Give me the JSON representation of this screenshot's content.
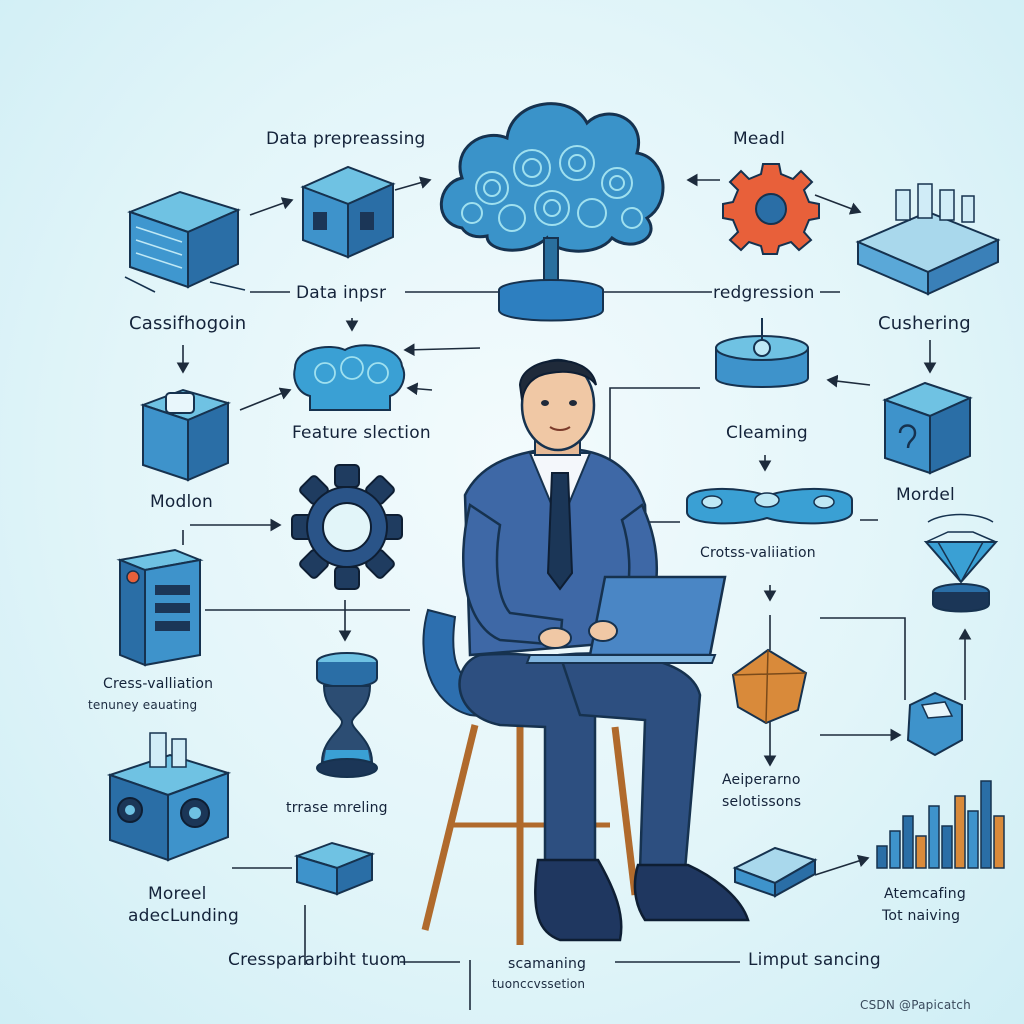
{
  "labels": {
    "data_preprocessing": "Data prepreassing",
    "model_top": "Meadl",
    "data_inspect": "Data inpsr",
    "regression": "redgression",
    "classification": "Cassifhogoin",
    "clustering": "Cushering",
    "feature_selection": "Feature slection",
    "cleaning": "Cleaming",
    "modlon": "Modlon",
    "mordel": "Mordel",
    "cross_validation_right": "Crotss-valiiation",
    "cross_validation_left": "Cress-valliation",
    "tenuney_evaluating": "tenuney eauating",
    "hyperparam_1": "Aeiperarno",
    "hyperparam_2": "selotissons",
    "trase_meling": "trrase mreling",
    "more_1": "Moreel",
    "more_2": "adecLunding",
    "attending_1": "Atemcafing",
    "attending_2": "Tot naiving",
    "crossparabiht": "Cresspararbiht tuom",
    "scaming_1": "scamaning",
    "scaming_2": "tuonccvssetion",
    "limput_sancing": "Limput sancing",
    "watermark": "CSDN @Papicatch"
  },
  "icons": [
    "server-cube-icon",
    "data-cube-icon",
    "tree-cloud-icon",
    "gear-icon",
    "circuit-chip-icon",
    "puzzle-map-icon",
    "tablet-stand-icon",
    "blue-cube-icon",
    "question-box-icon",
    "ring-gear-icon",
    "split-bar-icon",
    "device-panel-icon",
    "bell-jar-icon",
    "gem-bowl-icon",
    "amber-prism-icon",
    "crystal-icon",
    "console-machine-icon",
    "small-box-icon",
    "sketch-box-icon",
    "bar-city-icon",
    "person-with-laptop"
  ],
  "colors": {
    "primary_blue": "#2f86c9",
    "dark_navy": "#1b3657",
    "accent_orange": "#e8603a",
    "amber": "#d98a3a",
    "background": "#e2f5f9"
  }
}
